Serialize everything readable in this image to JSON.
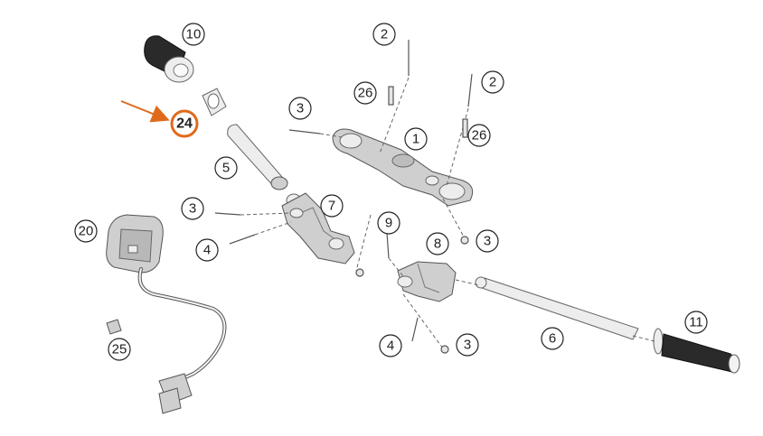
{
  "diagram": {
    "callouts": {
      "c10": "10",
      "c2a": "2",
      "c2b": "2",
      "c26a": "26",
      "c26b": "26",
      "c24": "24",
      "c3a": "3",
      "c1": "1",
      "c5": "5",
      "c3b": "3",
      "c7": "7",
      "c20": "20",
      "c4a": "4",
      "c9": "9",
      "c8": "8",
      "c3c": "3",
      "c11": "11",
      "c25": "25",
      "c4b": "4",
      "c3d": "3",
      "c6": "6"
    },
    "highlight_color": "#e06a1b"
  }
}
